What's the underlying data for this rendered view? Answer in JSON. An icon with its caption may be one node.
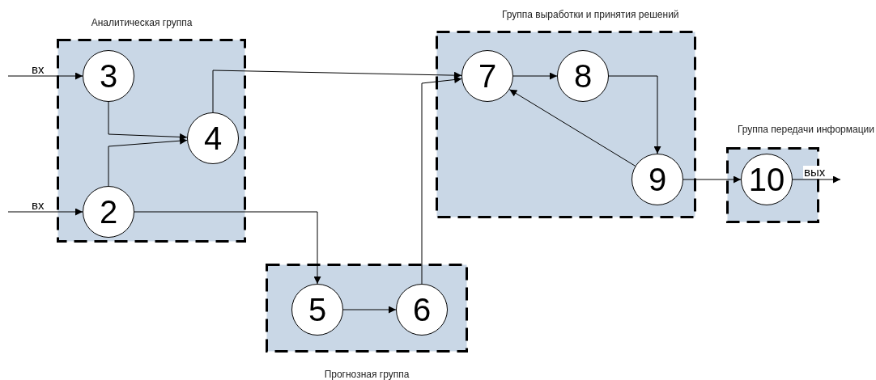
{
  "diagram": {
    "nodes": [
      {
        "text": [
          "Аналитическая группа"
        ]
      },
      {
        "text": [
          "3"
        ],
        "in": 0
      },
      {
        "text": [
          "4"
        ],
        "in": 0
      },
      {
        "text": [
          "2"
        ],
        "in": 0
      },
      {
        "text": [
          "Группа выработки и принятия решений"
        ]
      },
      {
        "text": [
          "7"
        ],
        "in": 4
      },
      {
        "text": [
          "8"
        ],
        "in": 4
      },
      {
        "text": [
          "9"
        ],
        "in": 4
      },
      {
        "text": [
          "Группа передачи информации"
        ]
      },
      {
        "text": [
          "10"
        ],
        "in": 8
      },
      {
        "text": [
          "Прогнозная группа"
        ]
      },
      {
        "text": [
          "5"
        ],
        "in": 10
      },
      {
        "text": [
          "6"
        ],
        "in": 10
      }
    ],
    "edges": [
      {
        "from": null,
        "to": 1,
        "arrow": "to",
        "label": "вх"
      },
      {
        "from": null,
        "to": 3,
        "arrow": "to",
        "label": "вх"
      },
      {
        "from": 1,
        "to": 2,
        "arrow": "to"
      },
      {
        "from": 3,
        "to": 2,
        "arrow": "to"
      },
      {
        "from": 2,
        "to": 5,
        "arrow": "to"
      },
      {
        "from": 3,
        "to": 11,
        "arrow": "to"
      },
      {
        "from": 11,
        "to": 12,
        "arrow": "to"
      },
      {
        "from": 12,
        "to": 5,
        "arrow": "to"
      },
      {
        "from": 5,
        "to": 6,
        "arrow": "to"
      },
      {
        "from": 6,
        "to": 7,
        "arrow": "to"
      },
      {
        "from": 7,
        "to": 5,
        "arrow": "to"
      },
      {
        "from": 7,
        "to": 9,
        "arrow": "to"
      },
      {
        "from": 9,
        "to": null,
        "arrow": "to",
        "label": "вых"
      }
    ]
  }
}
